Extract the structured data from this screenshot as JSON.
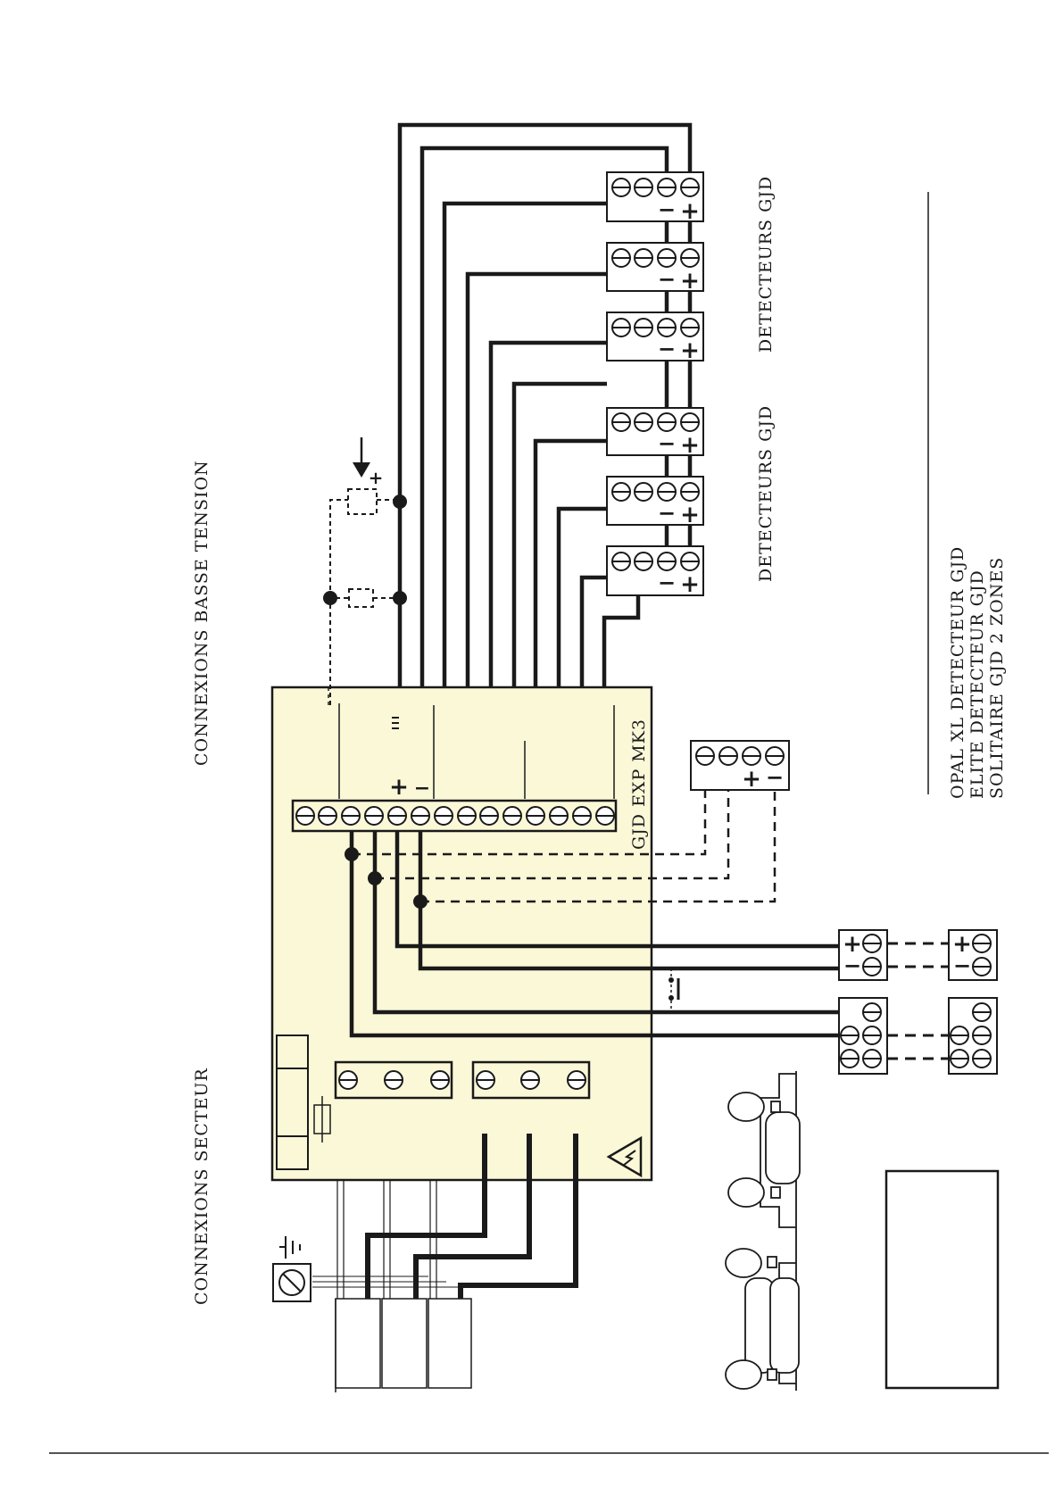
{
  "labels": {
    "mains_connections": "CONNEXIONS SECTEUR",
    "low_voltage_connections": "CONNEXIONS BASSE TENSION",
    "board_name": "GJD EXP MK3",
    "detectors_group_a": "DETECTEURS GJD",
    "detectors_group_b": "DETECTEURS GJD",
    "legend_line_1": "OPAL XL DETECTEUR GJD",
    "legend_line_2": "ELITE DETECTEUR GJD",
    "legend_line_3": "SOLITAIRE GJD 2 ZONES"
  },
  "symbols": {
    "plus": "+",
    "minus": "−"
  },
  "colors": {
    "board_fill": "#fbf8d8",
    "wire": "#1a1a1a",
    "background": "#ffffff"
  },
  "icons": [
    "earth-ground-icon",
    "fuse-icon",
    "high-voltage-warning-icon",
    "screw-terminal-icon",
    "floodlight-lamp-icon",
    "led-arrow-icon"
  ]
}
